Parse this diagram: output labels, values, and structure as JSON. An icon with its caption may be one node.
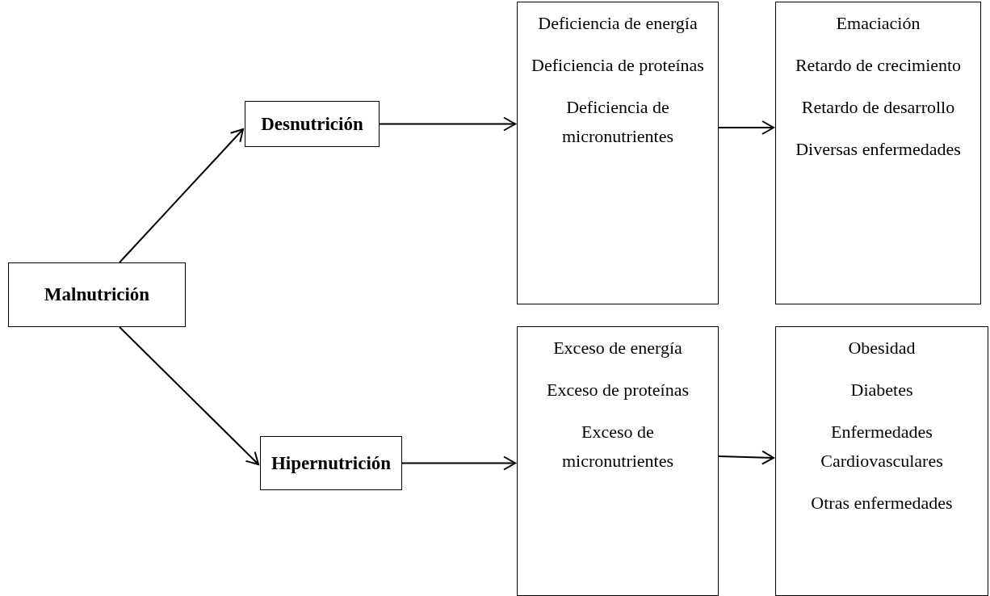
{
  "diagram": {
    "nodes": [
      {
        "text": [
          "Malnutrición"
        ]
      },
      {
        "text": [
          "Desnutrición"
        ]
      },
      {
        "text": [
          "Hipernutrición"
        ]
      },
      {
        "text": [
          "Deficiencia de energía",
          "Deficiencia de proteínas",
          "Deficiencia de micronutrientes"
        ]
      },
      {
        "text": [
          "Emaciación",
          "Retardo de crecimiento",
          "Retardo de desarrollo",
          "Diversas enfermedades"
        ]
      },
      {
        "text": [
          "Exceso de energía",
          "Exceso de proteínas",
          "Exceso de micronutrientes"
        ]
      },
      {
        "text": [
          "Obesidad",
          "Diabetes",
          "Enfermedades Cardiovasculares",
          "Otras enfermedades"
        ]
      }
    ],
    "edges": [
      {
        "from": 0,
        "to": 1,
        "arrow": "to"
      },
      {
        "from": 0,
        "to": 2,
        "arrow": "to"
      },
      {
        "from": 1,
        "to": 3,
        "arrow": "to"
      },
      {
        "from": 3,
        "to": 4,
        "arrow": "to"
      },
      {
        "from": 2,
        "to": 5,
        "arrow": "to"
      },
      {
        "from": 5,
        "to": 6,
        "arrow": "to"
      }
    ]
  }
}
